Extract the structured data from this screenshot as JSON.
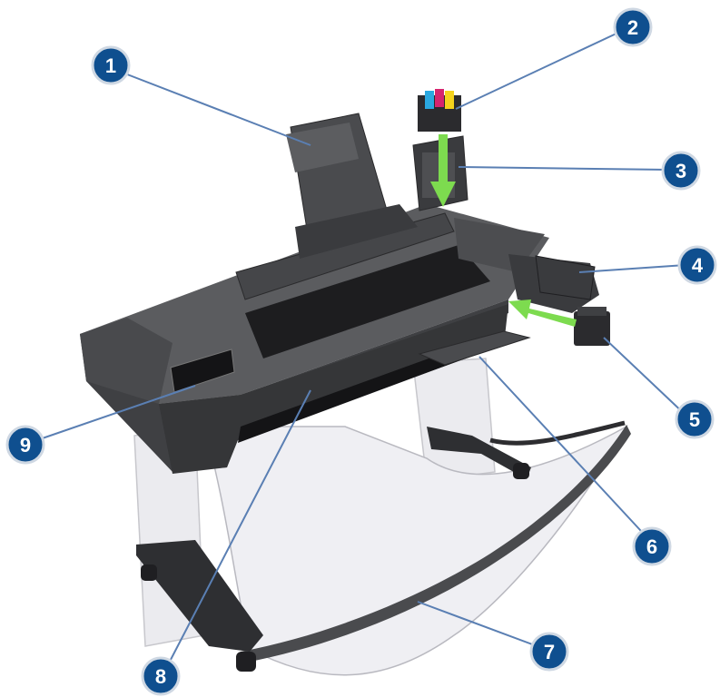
{
  "callouts": [
    {
      "id": "1",
      "label": "1"
    },
    {
      "id": "2",
      "label": "2"
    },
    {
      "id": "3",
      "label": "3"
    },
    {
      "id": "4",
      "label": "4"
    },
    {
      "id": "5",
      "label": "5"
    },
    {
      "id": "6",
      "label": "6"
    },
    {
      "id": "7",
      "label": "7"
    },
    {
      "id": "8",
      "label": "8"
    },
    {
      "id": "9",
      "label": "9"
    }
  ],
  "colors": {
    "callout_fill": "#0f4f8f",
    "callout_ring": "#cfd8e3",
    "leader_line": "#5a7fb3",
    "printer_body": "#3f4043",
    "printer_dark": "#1d1d1f",
    "printer_top": "#5b5c5f",
    "stand_legs": "#ebebef",
    "basket": "#efeff3",
    "arrow_green": "#7ddb4f",
    "ink_cyan": "#2aa8e0",
    "ink_magenta": "#d6246e",
    "ink_yellow": "#f4d21c"
  }
}
